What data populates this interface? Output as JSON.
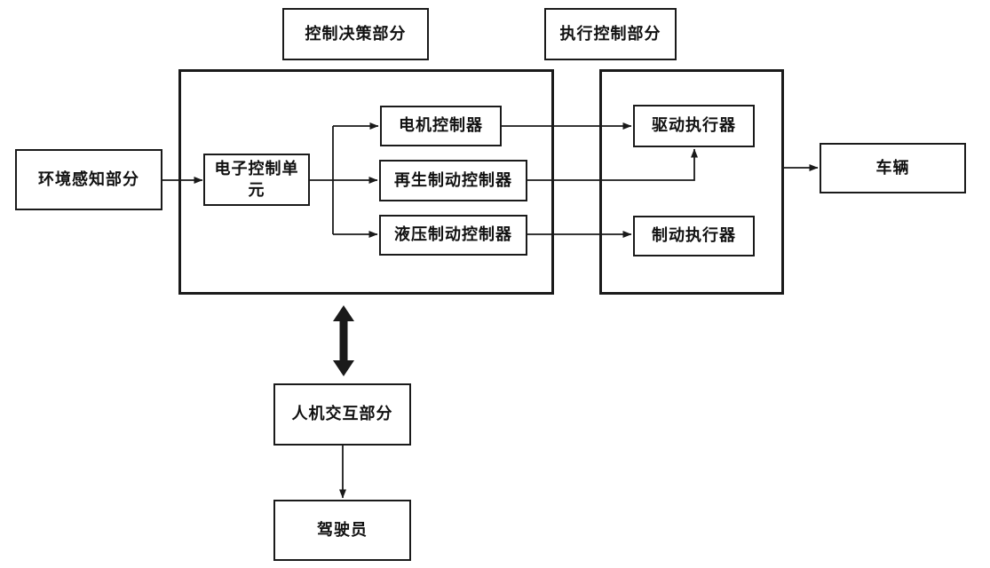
{
  "diagram": {
    "section_labels": {
      "control_decision": "控制决策部分",
      "execution_control": "执行控制部分"
    },
    "nodes": {
      "env_perception": "环境感知部分",
      "ecu": "电子控制单元",
      "motor_controller": "电机控制器",
      "regen_brake_controller": "再生制动控制器",
      "hydraulic_brake_controller": "液压制动控制器",
      "drive_actuator": "驱动执行器",
      "brake_actuator": "制动执行器",
      "vehicle": "车辆",
      "hmi": "人机交互部分",
      "driver": "驾驶员"
    },
    "colors": {
      "line": "#1a1a1a",
      "text": "#111111",
      "background": "#ffffff"
    }
  }
}
